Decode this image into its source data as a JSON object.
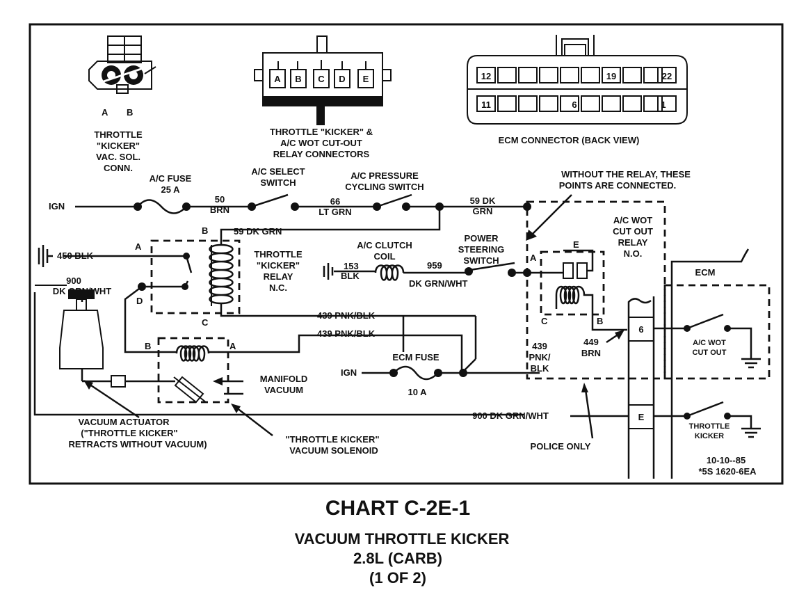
{
  "connectors": {
    "kicker_vac": {
      "label": "THROTTLE \"KICKER\" VAC. SOL. CONN.",
      "line1": "THROTTLE",
      "line2": "\"KICKER\"",
      "line3": "VAC. SOL.",
      "line4": "CONN.",
      "pin_a": "A",
      "pin_b": "B"
    },
    "relay": {
      "line1": "THROTTLE \"KICKER\" &",
      "line2": "A/C WOT CUT-OUT",
      "line3": "RELAY CONNECTORS",
      "pins": [
        "A",
        "B",
        "C",
        "D",
        "E"
      ]
    },
    "ecm": {
      "label": "ECM CONNECTOR (BACK VIEW)",
      "pins_top": [
        "12",
        "19",
        "22"
      ],
      "pins_bottom": [
        "11",
        "6",
        "1"
      ]
    }
  },
  "labels": {
    "ign_top": "IGN",
    "ac_fuse_l1": "A/C FUSE",
    "ac_fuse_l2": "25 A",
    "wire_50_l1": "50",
    "wire_50_l2": "BRN",
    "ac_select_l1": "A/C SELECT",
    "ac_select_l2": "SWITCH",
    "wire_66_l1": "66",
    "wire_66_l2": "LT GRN",
    "ac_pressure_l1": "A/C PRESSURE",
    "ac_pressure_l2": "CYCLING SWITCH",
    "wire_59_l1": "59 DK",
    "wire_59_l2": "GRN",
    "note_l1": "WITHOUT THE RELAY, THESE",
    "note_l2": "POINTS ARE CONNECTED.",
    "wire_59_dkgrn": "59 DK GRN",
    "pin_b_top": "B",
    "wire_450": "450 BLK",
    "pin_a_left": "A",
    "wire_900_l1": "900",
    "wire_900_l2": "DK GRN/WHT",
    "pin_d": "D",
    "pin_c_relay": "C",
    "tk_relay_l1": "THROTTLE",
    "tk_relay_l2": "\"KICKER\"",
    "tk_relay_l3": "RELAY",
    "tk_relay_l4": "N.C.",
    "ac_clutch_l1": "A/C CLUTCH",
    "ac_clutch_l2": "COIL",
    "wire_153_l1": "153",
    "wire_153_l2": "BLK",
    "wire_959": "959",
    "wire_959_color": "DK GRN/WHT",
    "ps_switch_l1": "POWER",
    "ps_switch_l2": "STEERING",
    "ps_switch_l3": "SWITCH",
    "pin_a_wot": "A",
    "pin_e_wot": "E",
    "pin_c_wot": "C",
    "pin_b_wot": "B",
    "wot_relay_l1": "A/C WOT",
    "wot_relay_l2": "CUT OUT",
    "wot_relay_l3": "RELAY",
    "wot_relay_l4": "N.O.",
    "ecm_box": "ECM",
    "wire_439_a": "439 PNK/BLK",
    "wire_439_b": "439 PNK/BLK",
    "sol_pin_b": "B",
    "sol_pin_a": "A",
    "manifold_l1": "MANIFOLD",
    "manifold_l2": "VACUUM",
    "ign_bottom": "IGN",
    "ecm_fuse_l1": "ECM FUSE",
    "ecm_fuse_l2": "10 A",
    "wire_439_v_l1": "439",
    "wire_439_v_l2": "PNK/",
    "wire_439_v_l3": "BLK",
    "wire_449_l1": "449",
    "wire_449_l2": "BRN",
    "ecm_pin_6": "6",
    "ecm_pin_e": "E",
    "ac_wot_cutout_l1": "A/C WOT",
    "ac_wot_cutout_l2": "CUT OUT",
    "throttle_kicker_l1": "THROTTLE",
    "throttle_kicker_l2": "KICKER",
    "wire_900_bottom": "900 DK GRN/WHT",
    "vac_actuator_l1": "VACUUM ACTUATOR",
    "vac_actuator_l2": "(\"THROTTLE KICKER\"",
    "vac_actuator_l3": "RETRACTS WITHOUT VACUUM)",
    "vac_solenoid_l1": "\"THROTTLE KICKER\"",
    "vac_solenoid_l2": "VACUUM SOLENOID",
    "police_only": "POLICE ONLY",
    "date": "10-10--85",
    "doc_ref": "*5S 1620-6EA"
  },
  "chart_title": "CHART C-2E-1",
  "subtitle_l1": "VACUUM THROTTLE KICKER",
  "subtitle_l2": "2.8L  (CARB)",
  "subtitle_l3": "(1 OF 2)"
}
